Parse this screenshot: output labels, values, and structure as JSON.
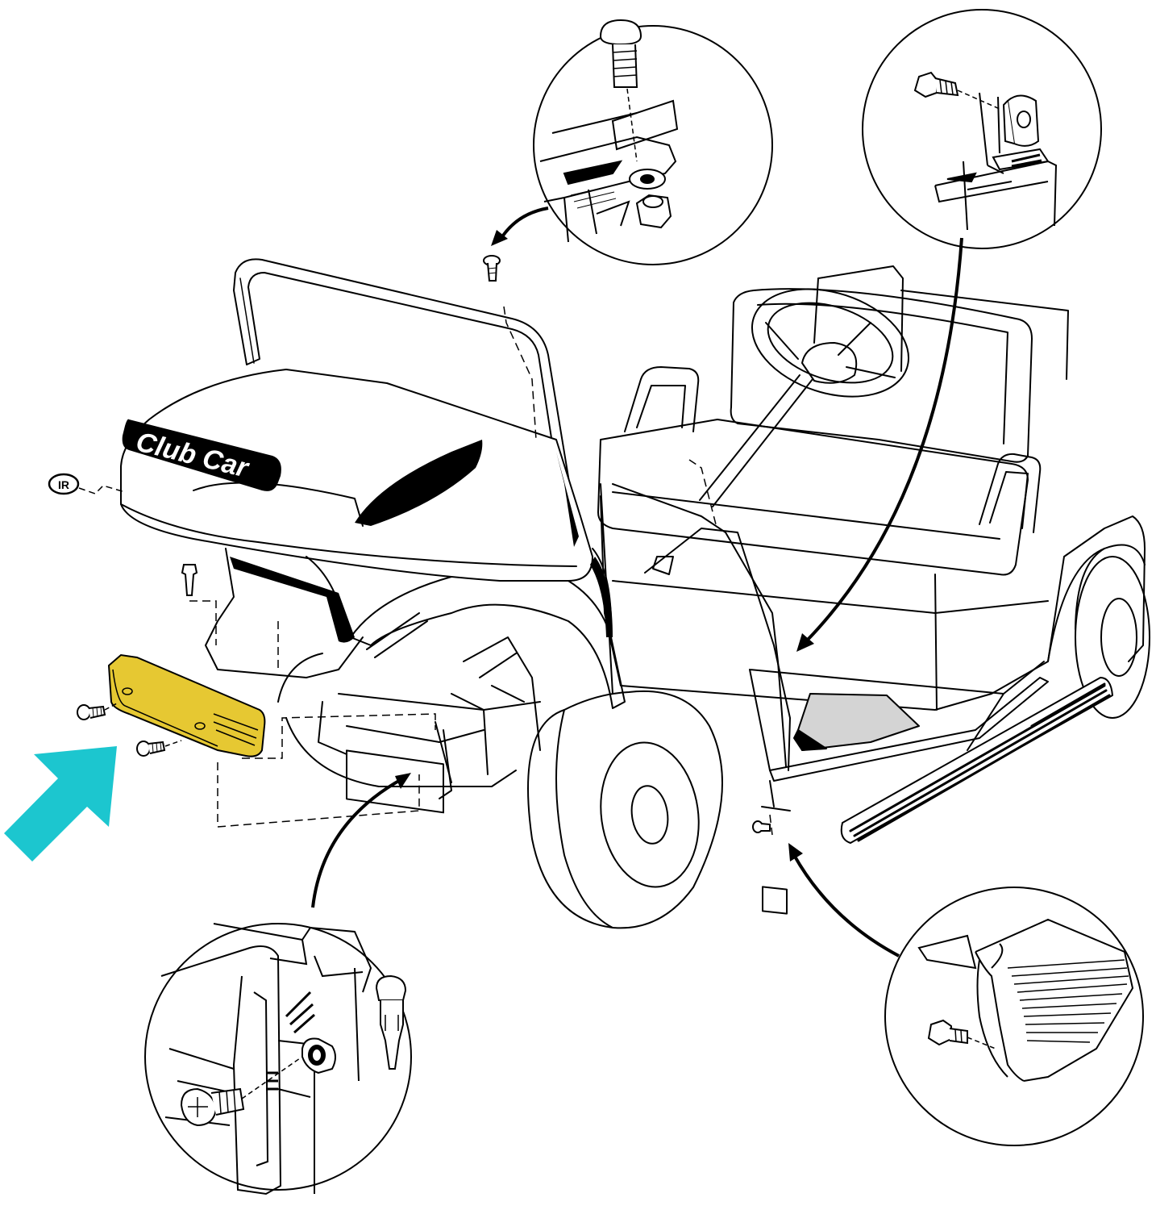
{
  "diagram": {
    "badge_text": "Club Car",
    "logo_text": "IR",
    "colors": {
      "line": "#000000",
      "background": "#ffffff",
      "highlight_part": "#e6c832",
      "arrow": "#1cc6cf",
      "floor_mat": "#d4d4d4"
    },
    "callouts": [
      {
        "name": "windshield-bolt-detail",
        "icon": "carriage-bolt-washer-nut"
      },
      {
        "name": "seat-support-clip-detail",
        "icon": "flange-screw-clip-nut"
      },
      {
        "name": "bumper-mount-detail",
        "icon": "screw-nut-push-rivet"
      },
      {
        "name": "rocker-panel-detail",
        "icon": "flange-screw-trim"
      }
    ],
    "highlighted_part": "front-bumper",
    "pointer": "cyan-arrow"
  }
}
